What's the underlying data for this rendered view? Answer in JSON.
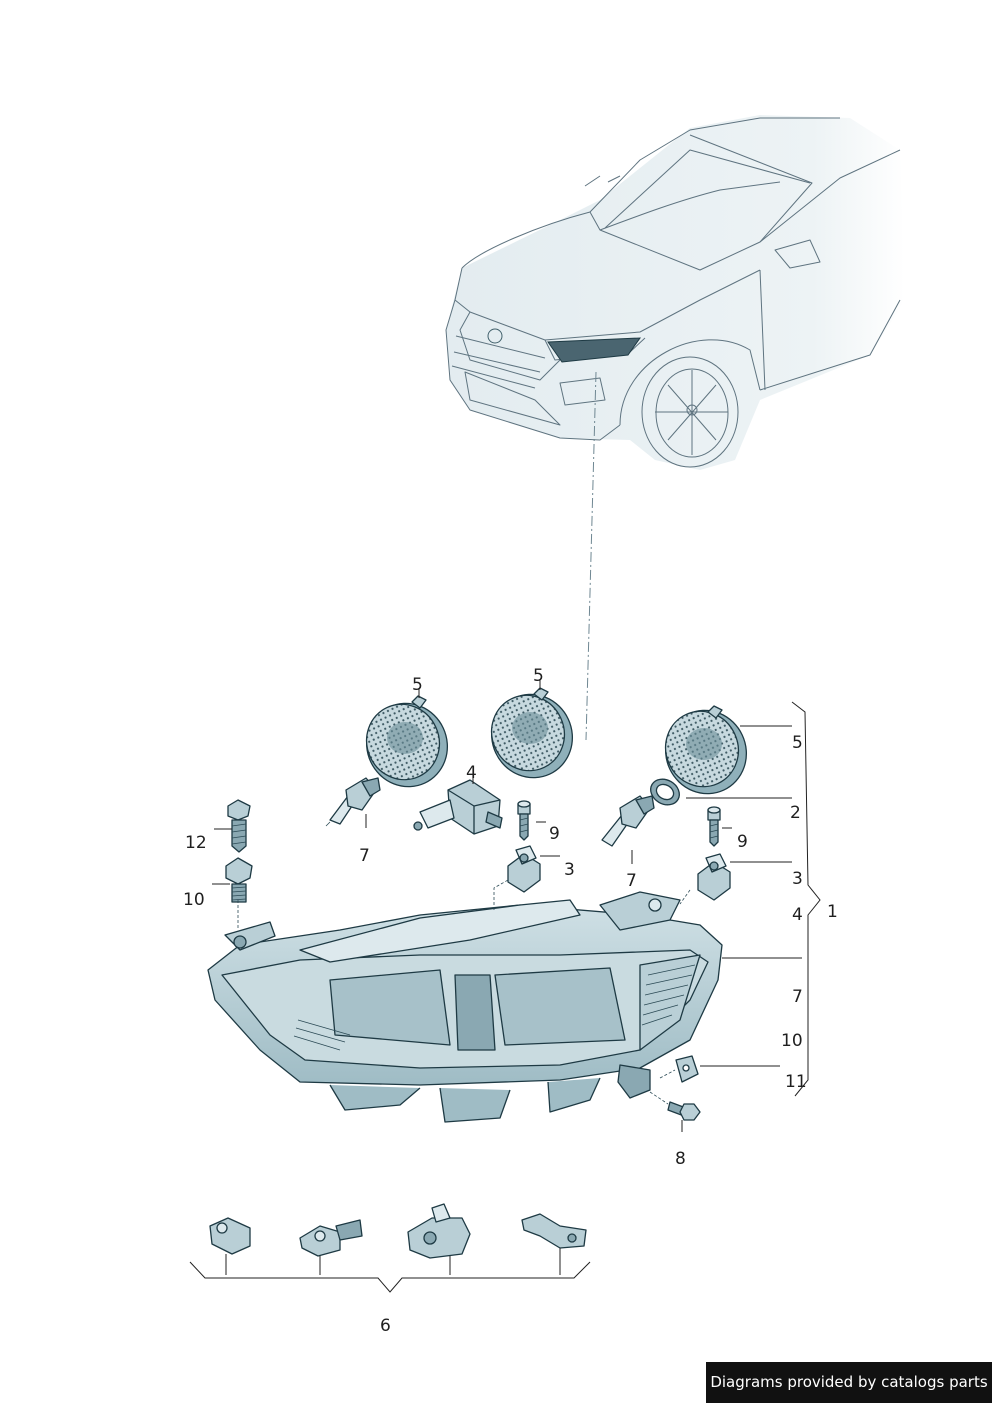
{
  "credit": "Diagrams provided by catalogs parts",
  "callouts": {
    "c5a": "5",
    "c5b": "5",
    "c5c": "5",
    "c4a": "4",
    "c4b": "4",
    "c2": "2",
    "c9a": "9",
    "c9b": "9",
    "c3a": "3",
    "c3b": "3",
    "c12": "12",
    "c10a": "10",
    "c10b": "10",
    "c7a": "7",
    "c7b": "7",
    "c7c": "7",
    "c1": "1",
    "c11": "11",
    "c8": "8",
    "c6": "6"
  },
  "colors": {
    "part_fill": "#b9cfd6",
    "part_light": "#dde9ed",
    "part_dark": "#8aa8b2",
    "outline": "#1e3a44",
    "car_fill": "#e9f0f3",
    "credit_bg": "#111111"
  }
}
